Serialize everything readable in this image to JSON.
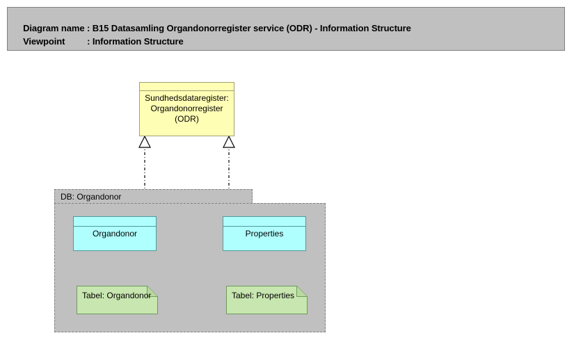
{
  "header": {
    "line1_label": "Diagram name :",
    "line1_value": "B15 Datasamling Organdonorregister service (ODR) - Information Structure",
    "line2_label": "Viewpoint",
    "line2_sep": ": ",
    "line2_value": "Information Structure"
  },
  "diagram": {
    "data_object": {
      "line1": "Sundhedsdataregister:",
      "line2": "Organdonorregister",
      "line3": "(ODR)",
      "fill": "#fffeb5",
      "stroke": "#a0a070"
    },
    "package": {
      "tab_label": "DB: Organdonor",
      "fill": "#c0c0c0",
      "stroke": "#808080"
    },
    "entities": [
      {
        "label": "Organdonor",
        "fill": "#b0ffff",
        "stroke": "#4f9a9a"
      },
      {
        "label": "Properties",
        "fill": "#b0ffff",
        "stroke": "#4f9a9a"
      }
    ],
    "artifacts": [
      {
        "label": "Tabel: Organdonor",
        "fill": "#c8e6b0",
        "stroke": "#6f9a5a"
      },
      {
        "label": "Tabel: Properties",
        "fill": "#c8e6b0",
        "stroke": "#6f9a5a"
      }
    ],
    "connectors": [
      {
        "name": "organdonor-realizes-data-object",
        "style": "dash-dot",
        "arrow": "hollow-triangle"
      },
      {
        "name": "properties-realizes-data-object",
        "style": "dash-dot",
        "arrow": "hollow-triangle"
      },
      {
        "name": "tabel-organdonor-realizes-organdonor",
        "style": "dash-dot",
        "arrow": "hollow-triangle"
      },
      {
        "name": "tabel-properties-realizes-properties",
        "style": "dash-dot",
        "arrow": "hollow-triangle"
      }
    ]
  },
  "canvas": {
    "background": "#ffffff"
  }
}
